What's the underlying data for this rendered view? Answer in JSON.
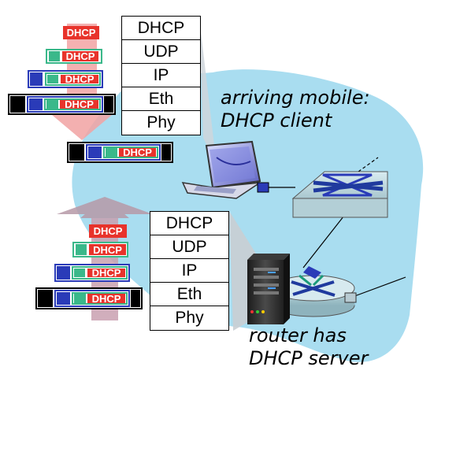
{
  "top_stack": {
    "layers": [
      "DHCP",
      "UDP",
      "IP",
      "Eth",
      "Phy"
    ]
  },
  "bottom_stack": {
    "layers": [
      "DHCP",
      "UDP",
      "IP",
      "Eth",
      "Phy"
    ]
  },
  "packet_label": "DHCP",
  "captions": {
    "client": [
      "arriving mobile:",
      "DHCP client"
    ],
    "server": [
      "router has",
      "DHCP server"
    ]
  },
  "colors": {
    "cloud": "#a9ddf0",
    "dhcp": "#e8332b",
    "udp": "#3ab88a",
    "ip": "#2a3bb8",
    "eth": "#000000",
    "arrow_down": "#f2a3a3",
    "arrow_up": "#b79aa8"
  }
}
